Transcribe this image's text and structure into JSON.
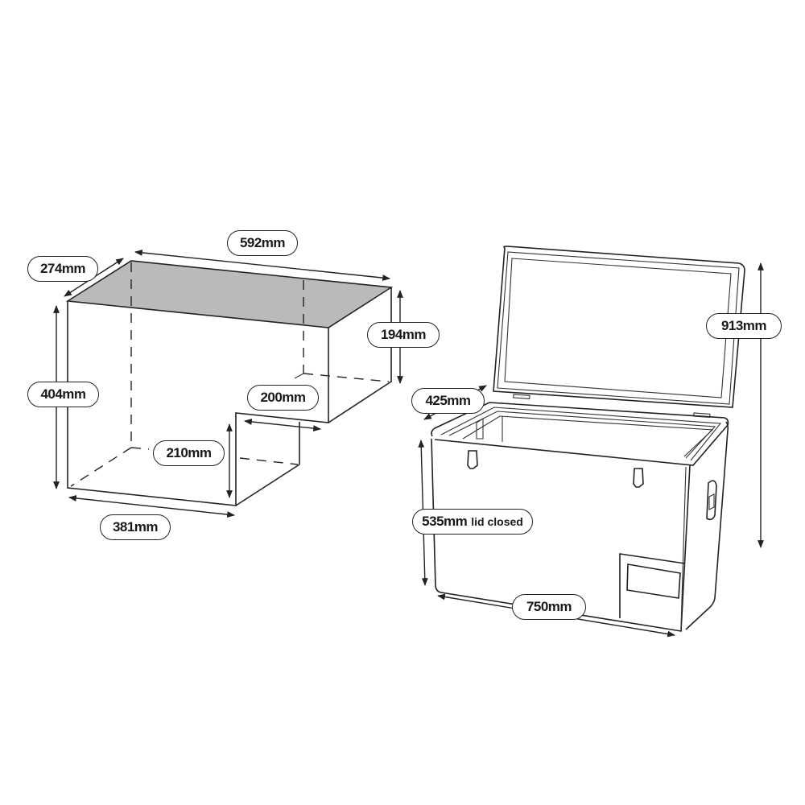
{
  "diagram": {
    "colors": {
      "line": "#222222",
      "top_face_fill": "#b9babc",
      "background": "#ffffff"
    },
    "left_figure": {
      "name": "interior-compartment-dimensions",
      "labels": {
        "width_top": "592mm",
        "depth_top": "274mm",
        "height_full": "404mm",
        "height_right": "194mm",
        "step_depth": "200mm",
        "step_height": "210mm",
        "width_bottom": "381mm"
      }
    },
    "right_figure": {
      "name": "exterior-fridge-dimensions",
      "labels": {
        "depth": "425mm",
        "height_open": "913mm",
        "height_closed": "535mm",
        "height_closed_note": "lid closed",
        "width": "750mm"
      }
    }
  }
}
